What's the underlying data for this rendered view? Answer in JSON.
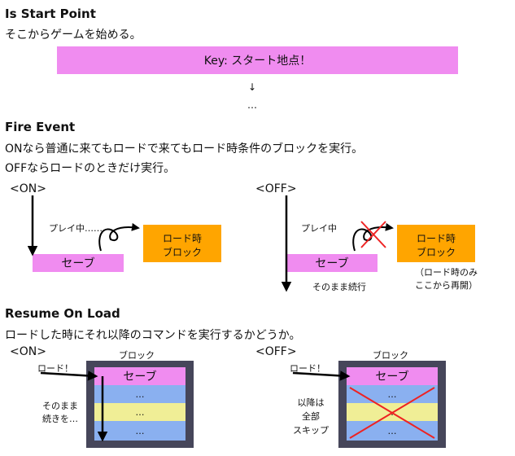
{
  "s1": {
    "title": "Is Start Point",
    "desc": "そこからゲームを始める。",
    "key": "Key: スタート地点！",
    "arrow": "↓",
    "ellipsis": "…"
  },
  "s2": {
    "title": "Fire Event",
    "desc1": "ONなら普通に来てもロードで来てもロード時条件のブロックを実行。",
    "desc2": "OFFならロードのときだけ実行。",
    "on": {
      "label": "<ON>",
      "playing": "プレイ中……",
      "save": "セーブ",
      "block": [
        "ロード時",
        "ブロック"
      ]
    },
    "off": {
      "label": "<OFF>",
      "playing": "プレイ中",
      "save": "セーブ",
      "block": [
        "ロード時",
        "ブロック"
      ],
      "as_is": "そのまま続行",
      "note": [
        "（ロード時のみ",
        "ここから再開）"
      ]
    }
  },
  "s3": {
    "title": "Resume On Load",
    "desc": "ロードした時にそれ以降のコマンドを実行するかどうか。",
    "on": {
      "label": "<ON>",
      "load": "ロード！",
      "block": "ブロック",
      "save": "セーブ",
      "rows": [
        "…",
        "…",
        "…"
      ],
      "side": [
        "そのまま",
        "続きを…"
      ]
    },
    "off": {
      "label": "<OFF>",
      "load": "ロード！",
      "block": "ブロック",
      "save": "セーブ",
      "rows": [
        "…",
        "…",
        "…"
      ],
      "side": [
        "以降は",
        "全部",
        "スキップ"
      ]
    }
  }
}
